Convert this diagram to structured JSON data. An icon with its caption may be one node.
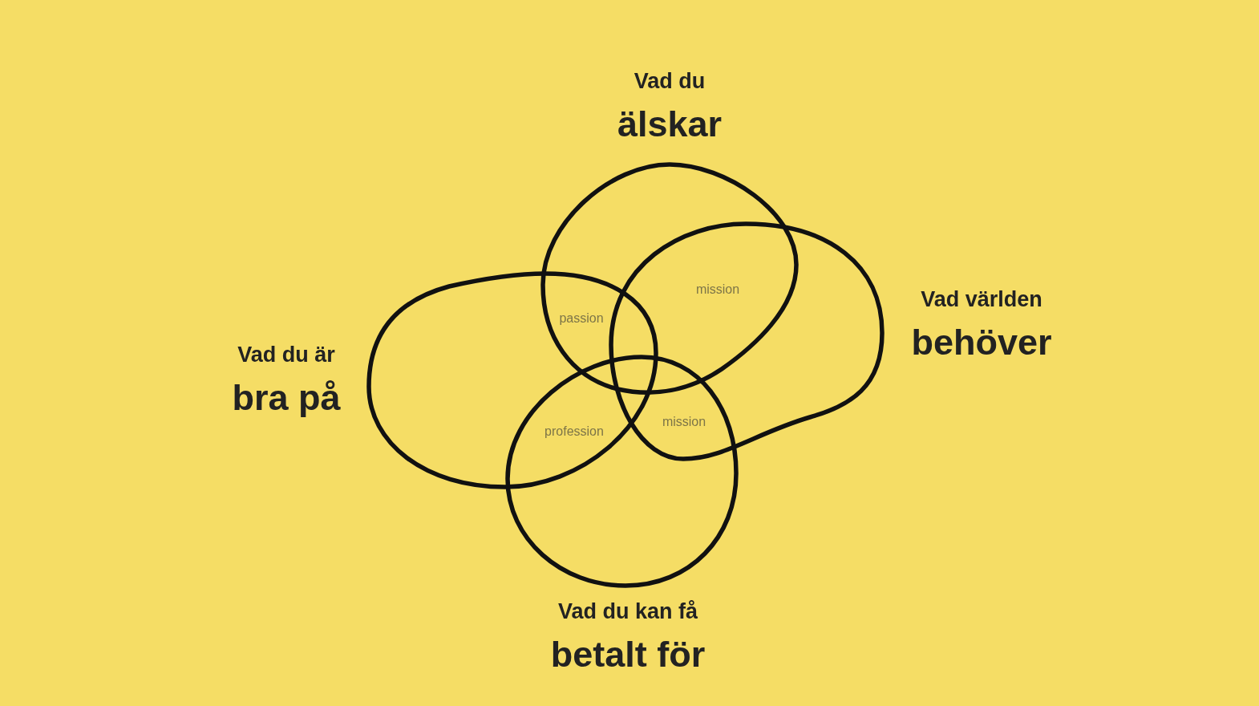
{
  "diagram": {
    "nodes": [
      {
        "text": [
          "Vad du",
          "älskar"
        ]
      },
      {
        "text": [
          "Vad världen",
          "behöver"
        ]
      },
      {
        "text": [
          "Vad du är",
          "bra på"
        ]
      },
      {
        "text": [
          "Vad du kan få",
          "betalt för"
        ]
      }
    ],
    "edges": [],
    "labels": [
      "mission",
      "passion",
      "mission",
      "profession"
    ]
  }
}
